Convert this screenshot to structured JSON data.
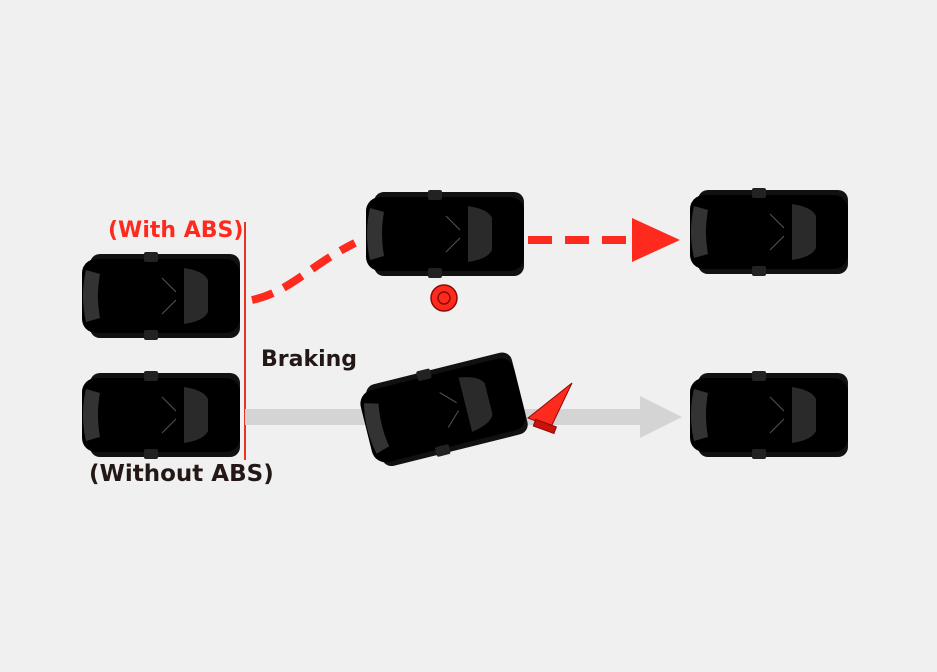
{
  "labels": {
    "with_abs": "(With ABS)",
    "braking": "Braking",
    "without_abs": "(Without ABS)"
  },
  "colors": {
    "background": "#f0f0f0",
    "with_abs": "#ff2a1e",
    "with_abs_dark": "#c8120a",
    "without_abs": "#9c9c9c",
    "without_abs_dark": "#6e6e6e",
    "text": "#231815",
    "braking_line": "#ea3323",
    "grey_path": "#d4d4d4"
  },
  "icons": {
    "obstacle_with_abs": "red-circle-marker",
    "obstacle_without_abs": "traffic-cone"
  }
}
